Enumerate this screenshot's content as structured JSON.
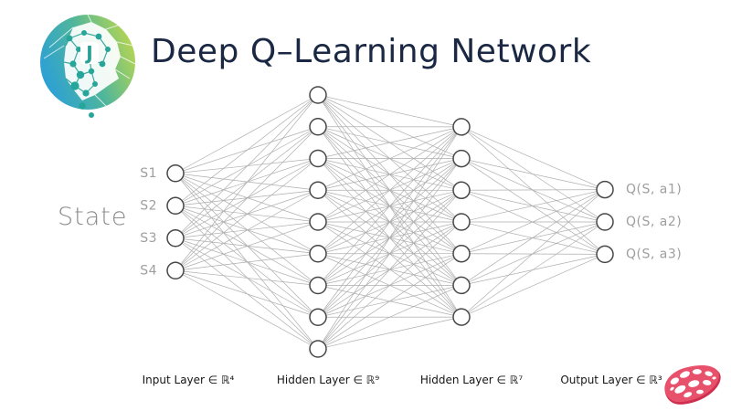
{
  "slide": {
    "title": "Deep Q–Learning Network",
    "state_label": "State"
  },
  "network": {
    "connectivity": "fully-connected",
    "layers": [
      {
        "id": "input",
        "size": 4,
        "caption": "Input Layer ∈ ℝ⁴",
        "node_labels": [
          "S1",
          "S2",
          "S3",
          "S4"
        ]
      },
      {
        "id": "hidden1",
        "size": 9,
        "caption": "Hidden Layer ∈ ℝ⁹"
      },
      {
        "id": "hidden2",
        "size": 7,
        "caption": "Hidden Layer ∈ ℝ⁷"
      },
      {
        "id": "output",
        "size": 3,
        "caption": "Output Layer ∈ ℝ³",
        "node_labels": [
          "Q(S, a1)",
          "Q(S, a2)",
          "Q(S, a3)"
        ]
      }
    ]
  },
  "icons": {
    "brand_logo": "network-brain-logo",
    "footer_logo": "pink-mesh-logo"
  },
  "colors": {
    "title": "#1a2844",
    "node_stroke": "#474747",
    "node_fill": "#ffffff",
    "edge": "#aeaeae",
    "label_gray": "#9e9e9e",
    "caption": "#151515",
    "logo_blue": "#2b9fd8",
    "logo_teal": "#26a69a",
    "logo_green": "#bdd74d",
    "brand_pink": "#e8516b",
    "brand_pink_dark": "#ce2f4e"
  }
}
